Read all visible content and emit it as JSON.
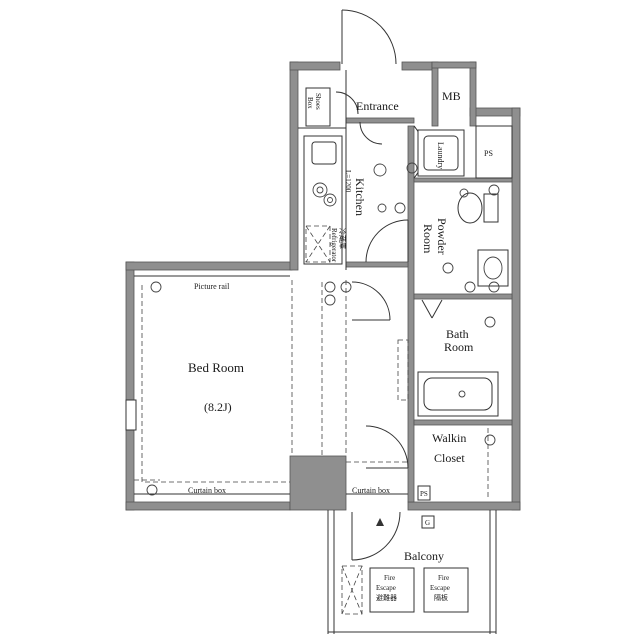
{
  "rooms": {
    "entrance": "Entrance",
    "mb": "MB",
    "ps": "PS",
    "shoes_box": [
      "Shoes",
      "Box"
    ],
    "laundry": "Laundry",
    "kitchen": "Kitchen",
    "kitchen_dim": "L=1200",
    "refrigerator": [
      "冷蔵庫",
      "Refrigerator"
    ],
    "powder_room": [
      "Powder",
      "Room"
    ],
    "bath_room": [
      "Bath",
      "Room"
    ],
    "walkin_closet": [
      "Walkin",
      "Closet"
    ],
    "bed_room": "Bed Room",
    "bed_room_size": "(8.2J)",
    "picture_rail": "Picture rail",
    "curtain_box_left": "Curtain box",
    "curtain_box_right": "Curtain box",
    "balcony": "Balcony",
    "fire_escape_1": [
      "Fire",
      "Escape",
      "避難器"
    ],
    "fire_escape_2": [
      "Fire",
      "Escape",
      "隔板"
    ],
    "ps_small": "PS",
    "gas": "G"
  },
  "colors": {
    "wall": "#8f8f8f",
    "line": "#333333"
  }
}
